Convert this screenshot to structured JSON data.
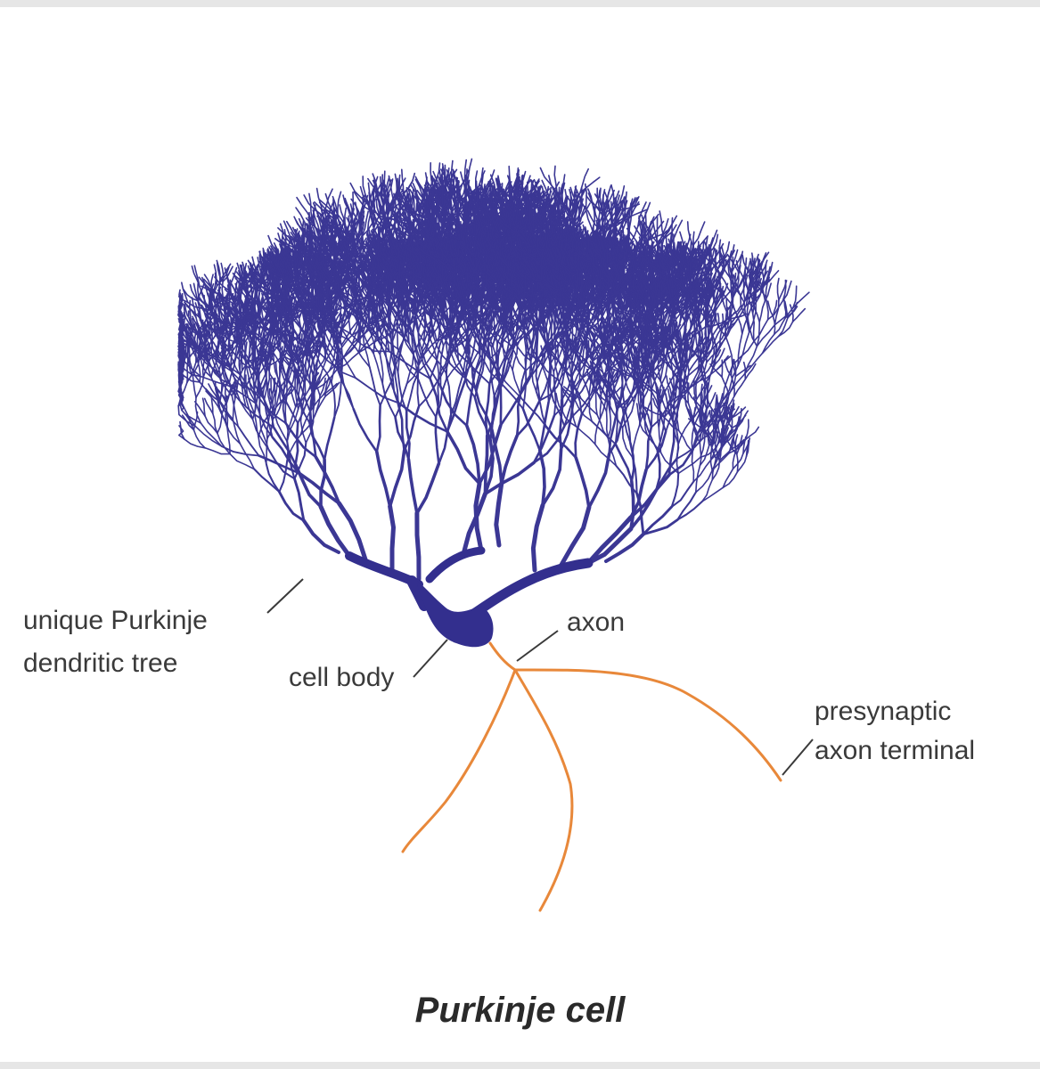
{
  "diagram": {
    "caption": "Purkinje cell",
    "labels": {
      "dendritic_tree_line1": "unique Purkinje",
      "dendritic_tree_line2": "dendritic tree",
      "cell_body": "cell body",
      "axon": "axon",
      "axon_terminal_line1": "presynaptic",
      "axon_terminal_line2": "axon terminal"
    },
    "colors": {
      "dendrite": "#3b3794",
      "soma": "#332f8e",
      "axon": "#e8883a",
      "leader_line": "#3a3a3a",
      "frame": "#e6e6e6"
    }
  }
}
